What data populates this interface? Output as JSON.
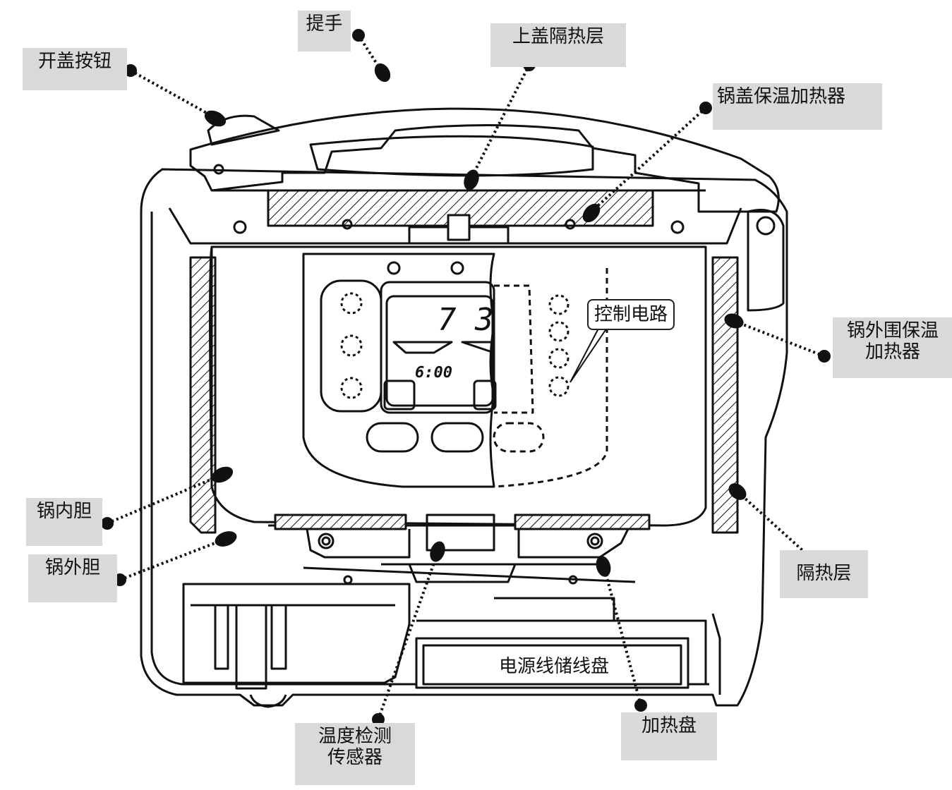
{
  "labels": {
    "handle": "提手",
    "lid_button": "开盖按钮",
    "lid_insulation": "上盖隔热层",
    "lid_heater": "锅盖保温加热器",
    "control_circuit": "控制电路",
    "side_heater": "锅外围保温\n加热器",
    "inner_pot": "锅内胆",
    "outer_pot": "锅外胆",
    "insulation": "隔热层",
    "cord_reel": "电源线储线盘",
    "temp_sensor": "温度检测\n传感器",
    "heating_plate": "加热盘"
  },
  "display": {
    "digits": "7 3",
    "time": "6:00"
  }
}
